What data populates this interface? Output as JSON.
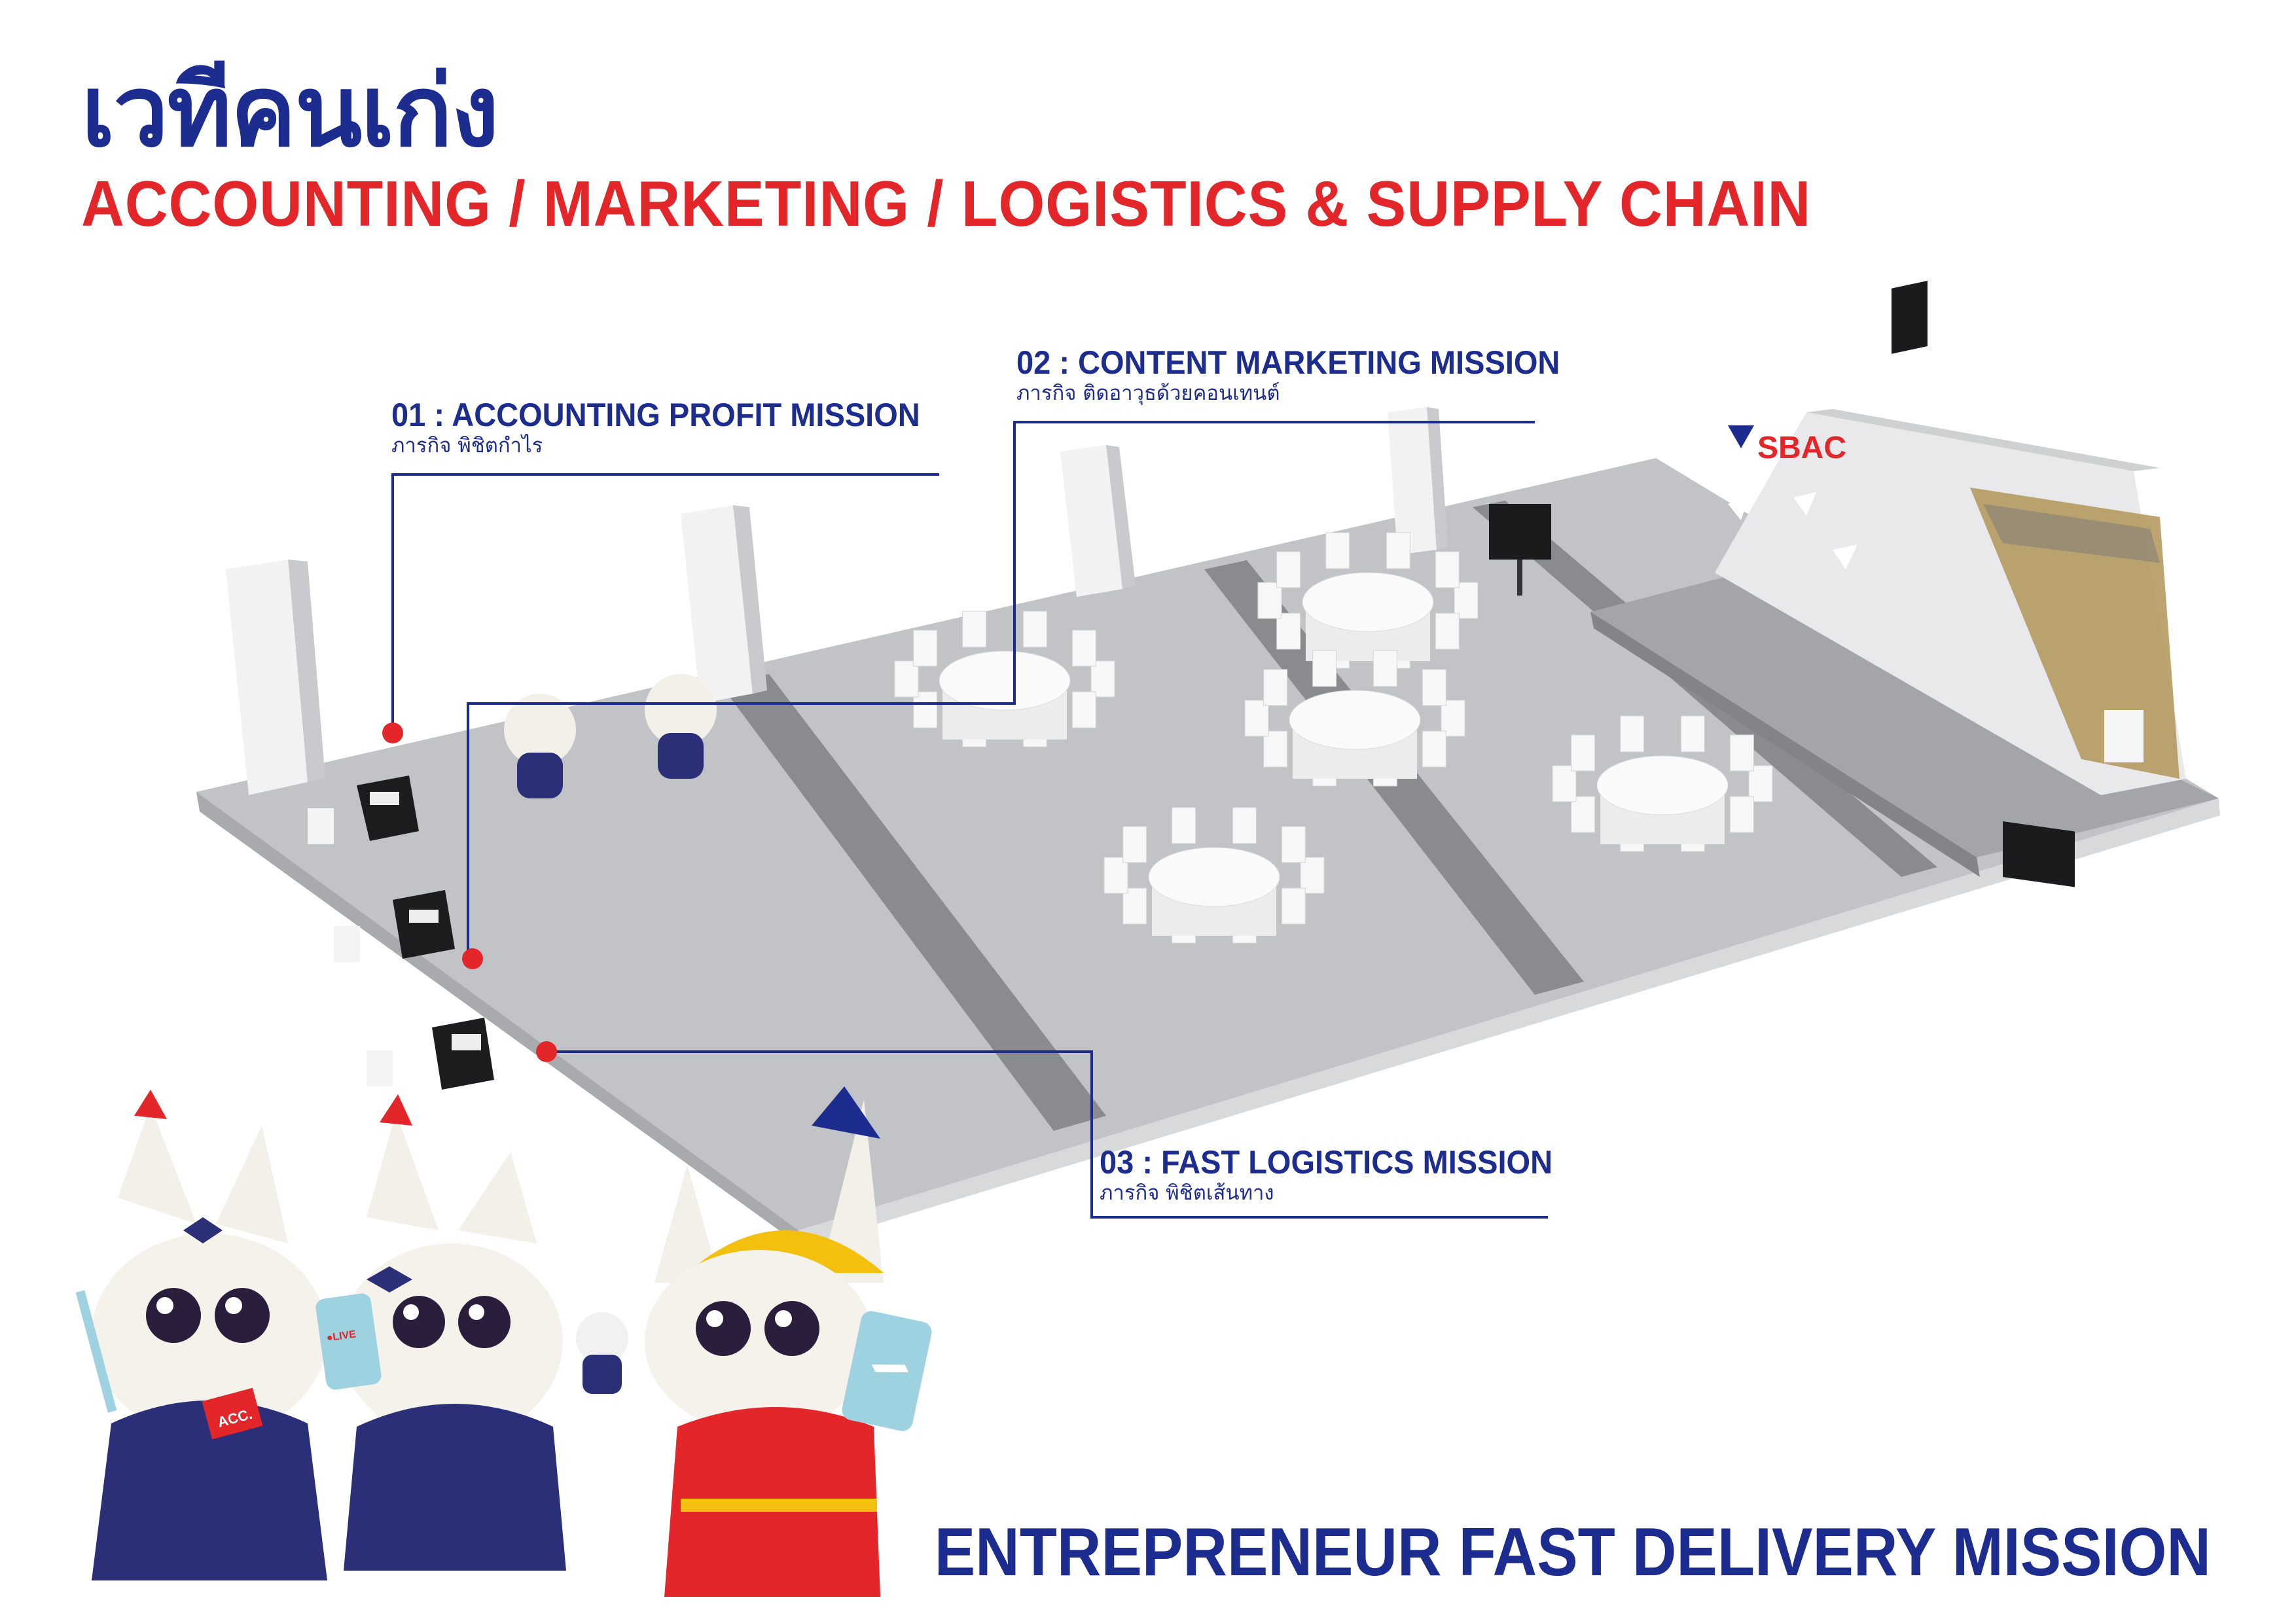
{
  "header": {
    "title": "เวทีคนเก่ง",
    "subtitle": "ACCOUNTING / MARKETING / LOGISTICS & SUPPLY CHAIN"
  },
  "missions": [
    {
      "title": "01 : ACCOUNTING PROFIT MISSION",
      "subtitle": "ภารกิจ พิชิตกำไร"
    },
    {
      "title": "02 : CONTENT MARKETING MISSION",
      "subtitle": "ภารกิจ ติดอาวุธด้วยคอนเทนต์"
    },
    {
      "title": "03 : FAST LOGISTICS MISSION",
      "subtitle": "ภารกิจ พิชิตเส้นทาง"
    }
  ],
  "stage": {
    "logo_text": "SBAC"
  },
  "mascots": {
    "book_label": "ACC.",
    "phone_label": "●LIVE"
  },
  "footer": {
    "title": "ENTREPRENEUR FAST DELIVERY MISSION"
  },
  "colors": {
    "brand_blue": "#1d2c8f",
    "brand_red": "#e3262a",
    "floor_gray": "#c2c3c6",
    "lane_dark": "#8a8b8f"
  }
}
